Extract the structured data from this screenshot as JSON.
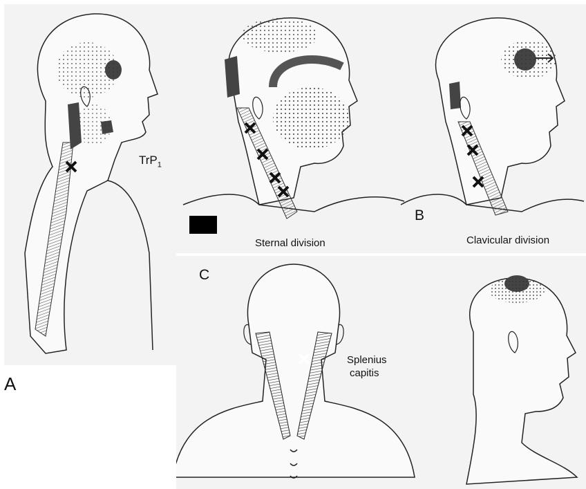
{
  "figure": {
    "panel_a": {
      "letter": "A",
      "trp_label": "TrP",
      "trp_subscript": "1"
    },
    "panel_b": {
      "letter": "B",
      "sternal_caption": "Sternal division",
      "clavicular_caption": "Clavicular division"
    },
    "panel_c": {
      "letter": "C",
      "muscle_line1": "Splenius",
      "muscle_line2": "capitis"
    }
  },
  "colors": {
    "ink": "#111111",
    "pain_zone": "#555555",
    "stipple": "#333333",
    "panel_bg": "#f3f3f3",
    "trigger_x_dark": "#111111",
    "trigger_x_light": "#ffffff"
  }
}
